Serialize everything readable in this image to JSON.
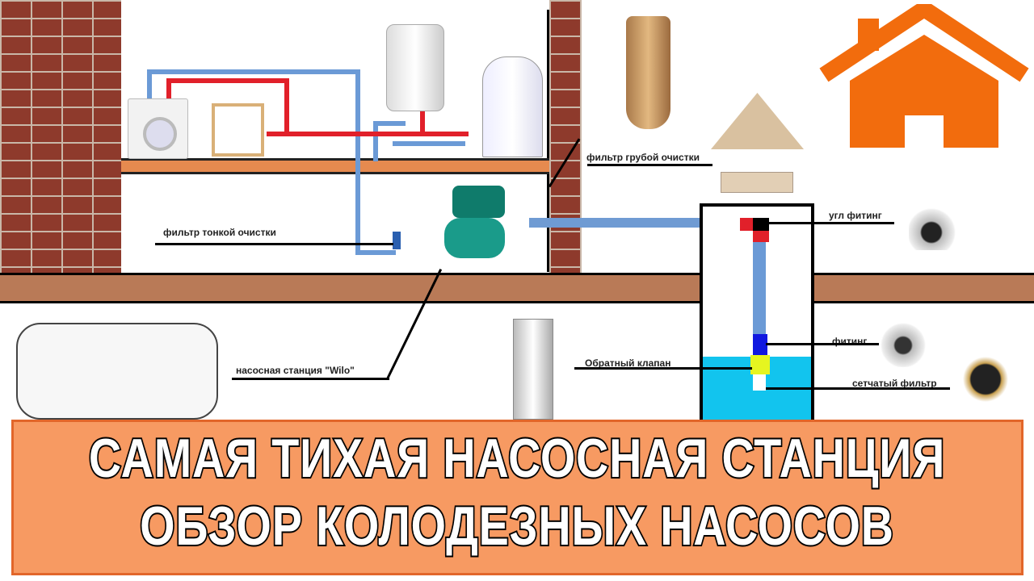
{
  "labels": {
    "coarse_filter": "фильтр грубой очистки",
    "fine_filter": "фильтр тонкой очистки",
    "pump_station": "насосная станция \"Wilo\"",
    "angle_fitting": "угл фитинг",
    "fitting": "фитинг",
    "check_valve": "Обратный клапан",
    "mesh_filter": "сетчатый фильтр"
  },
  "banner": {
    "line1": "САМАЯ ТИХАЯ НАСОСНАЯ СТАНЦИЯ",
    "line2": "ОБЗОР КОЛОДЕЗНЫХ НАСОСОВ"
  },
  "colors": {
    "banner": "#f79a62",
    "house": "#f26c0d",
    "ground": "#b97a57",
    "water": "#12c4ee"
  }
}
